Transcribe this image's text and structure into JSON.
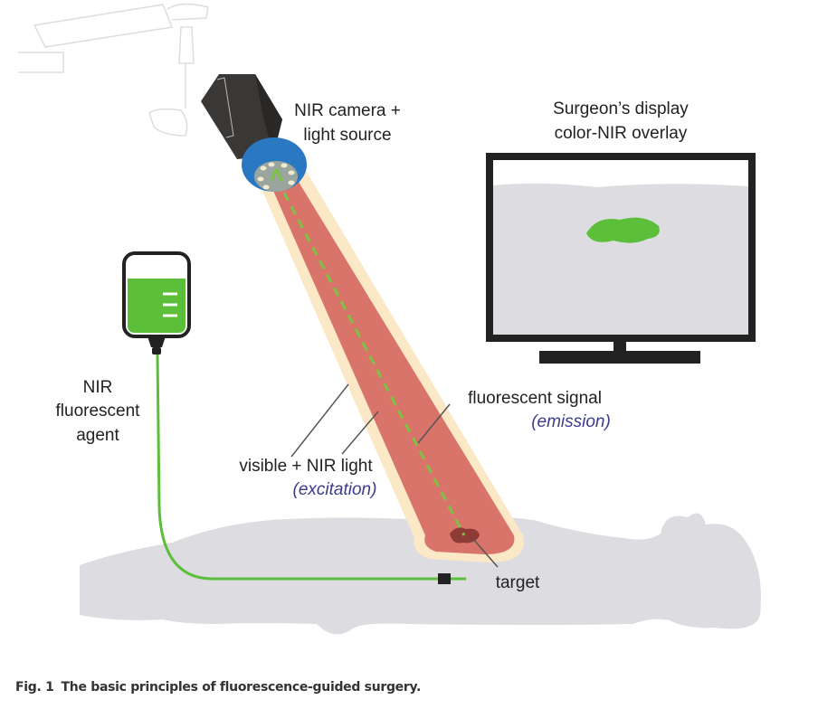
{
  "labels": {
    "camera_line1": "NIR camera +",
    "camera_line2": "light source",
    "display_line1": "Surgeon’s display",
    "display_line2": "color-NIR overlay",
    "agent_line1": "NIR",
    "agent_line2": "fluorescent",
    "agent_line3": "agent",
    "excitation_line1": "visible + NIR light",
    "excitation_line2": "(excitation)",
    "emission_line1": "fluorescent signal",
    "emission_line2": "(emission)",
    "target": "target"
  },
  "caption": {
    "fig": "Fig. 1",
    "text": "The basic principles of fluorescence-guided surgery."
  },
  "colors": {
    "beam_outer": "#fbe8c6",
    "beam_inner": "#d9746a",
    "fluorescent_green": "#5bbf3a",
    "camera_cap": "#2b78c2",
    "body": "#dddde1",
    "italic_text": "#3b3b8f"
  }
}
